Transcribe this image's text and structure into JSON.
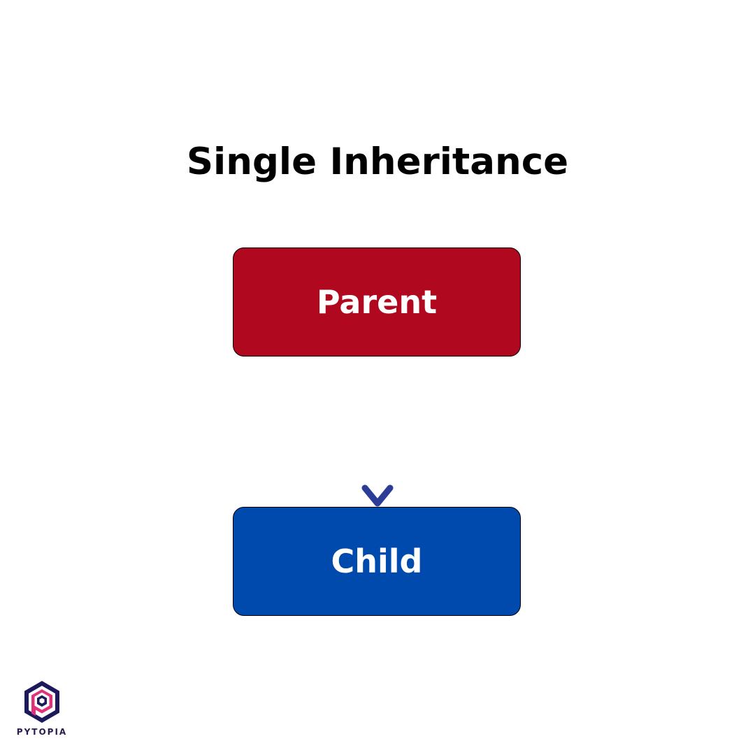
{
  "title": "Single Inheritance",
  "nodes": {
    "parent": {
      "label": "Parent",
      "color": "#b0081e"
    },
    "child": {
      "label": "Child",
      "color": "#004aad"
    }
  },
  "edge": {
    "from": "Parent",
    "to": "Child",
    "gradient": [
      "#b0081e",
      "#2b3d96"
    ]
  },
  "logo": {
    "text": "PYTOPIA",
    "icon": "hexagon-logo-icon",
    "colors": [
      "#1c1a5c",
      "#e0327a"
    ]
  }
}
